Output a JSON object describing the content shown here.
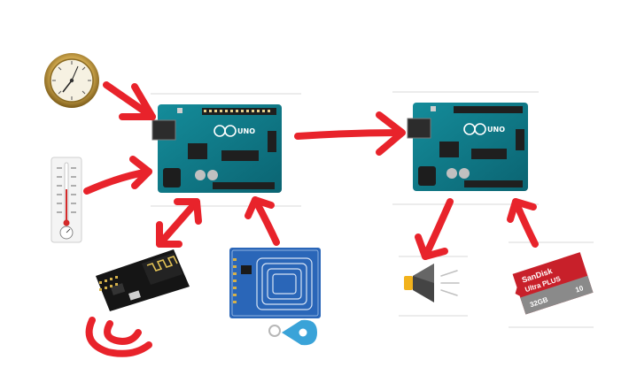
{
  "labels": {
    "arduino_brand": "UNO",
    "sd_brand": "SanDisk",
    "sd_line": "Ultra PLUS",
    "sd_capacity": "32GB",
    "sd_class": "10"
  },
  "colors": {
    "arrow": "#e8232b",
    "board": "#0f7d8c",
    "board_dark": "#0a5e6a",
    "rfid_board": "#2a66b8",
    "sd_red": "#c8202a",
    "tag_blue": "#3aa3d8"
  },
  "icons": [
    "hygrometer-dial-icon",
    "thermometer-icon",
    "arduino-board-icon",
    "nrf24-radio-module-icon",
    "rfid-reader-icon",
    "rfid-keyfob-icon",
    "wireless-signal-icon",
    "speaker-icon",
    "microsd-card-icon"
  ]
}
